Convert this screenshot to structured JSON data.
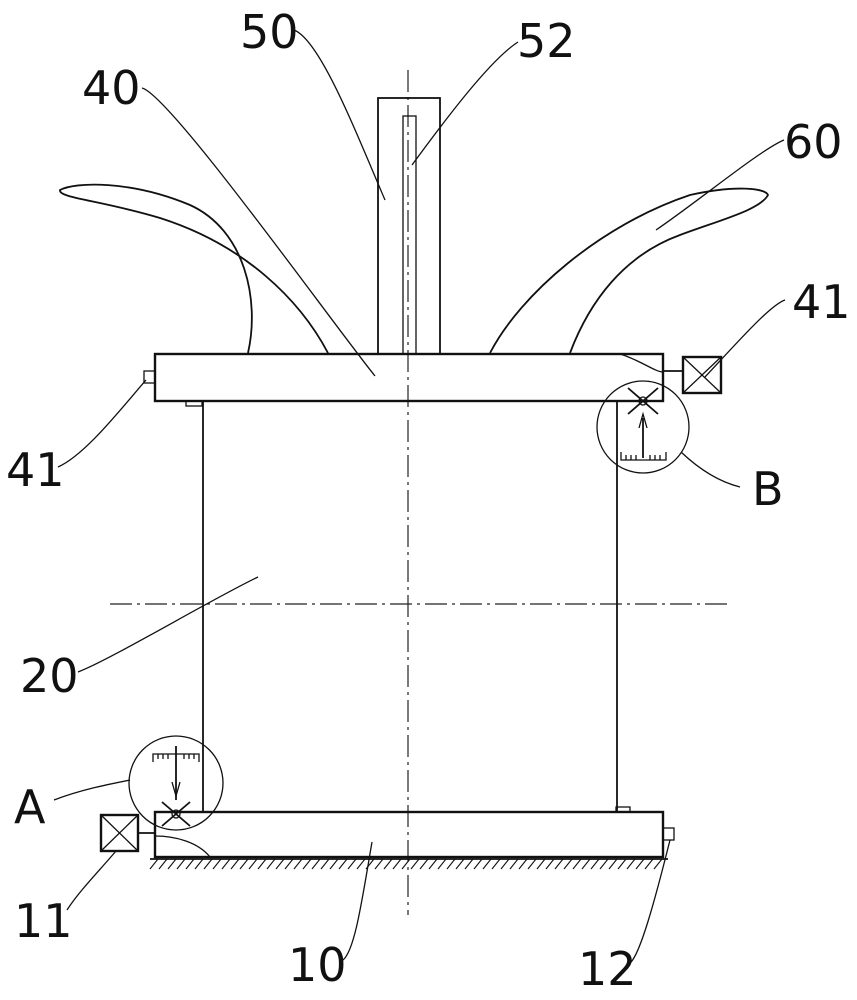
{
  "labels": {
    "base": "10",
    "base_left_fitting": "11",
    "base_right_fitting": "12",
    "column": "20",
    "top_plate": "40",
    "top_plate_fitting": "41",
    "stem": "50",
    "stem_slot": "52",
    "petal": "60",
    "detail_a": "A",
    "detail_b": "B"
  },
  "colors": {
    "line": "#111111",
    "background": "#ffffff"
  }
}
